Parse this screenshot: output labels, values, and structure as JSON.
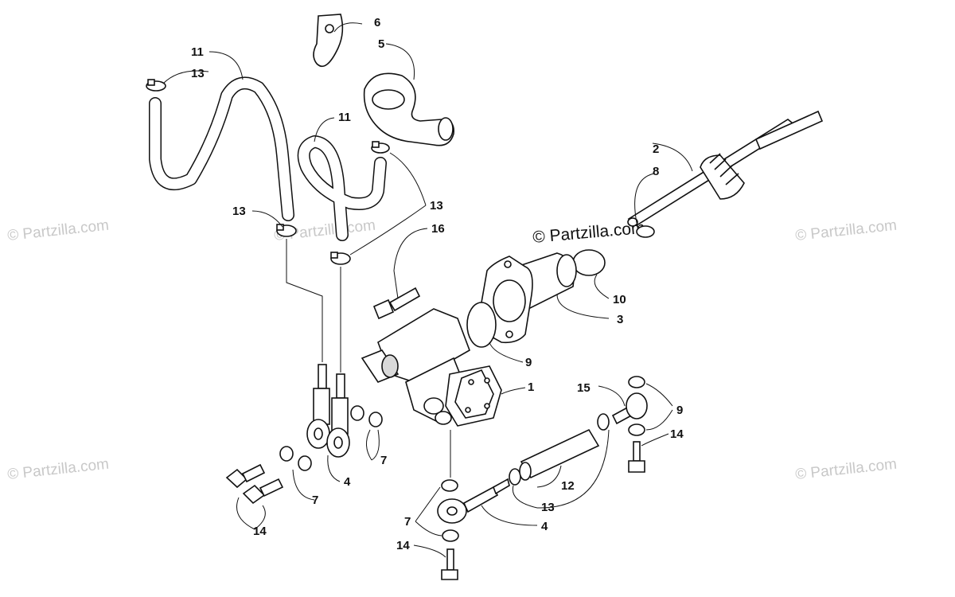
{
  "diagram": {
    "watermarks": [
      "© Partzilla.com",
      "© Partzilla.com",
      "© Partzilla.com",
      "© Partzilla.com",
      "© Partzilla.com"
    ],
    "center_watermark": "© Partzilla.com",
    "callouts": {
      "c1": "1",
      "c2": "2",
      "c3": "3",
      "c4a": "4",
      "c4b": "4",
      "c5": "5",
      "c6": "6",
      "c7a": "7",
      "c7b": "7",
      "c7c": "7",
      "c8": "8",
      "c9a": "9",
      "c9b": "9",
      "c10": "10",
      "c11a": "11",
      "c11b": "11",
      "c12": "12",
      "c13a": "13",
      "c13b": "13",
      "c13c": "13",
      "c13d": "13",
      "c14a": "14",
      "c14b": "14",
      "c14c": "14",
      "c15": "15",
      "c16": "16"
    }
  }
}
